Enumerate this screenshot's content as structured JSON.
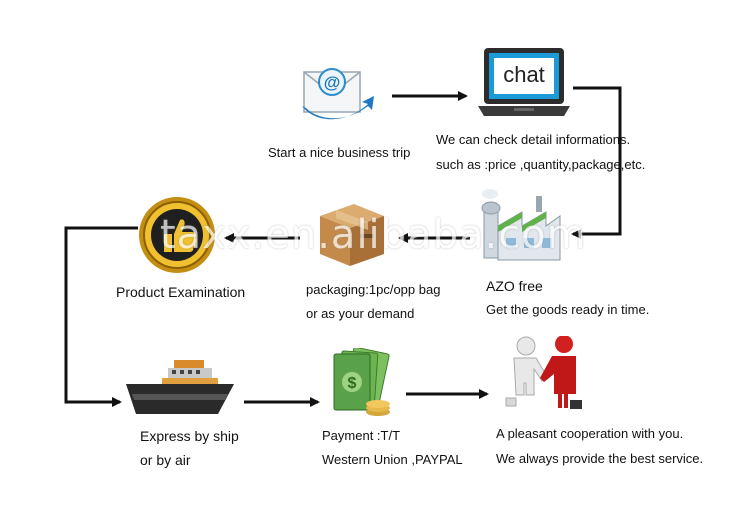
{
  "steps": {
    "email": {
      "caption": "Start a nice business trip"
    },
    "chat": {
      "screen_text": "chat",
      "caption_line1": "We can check detail informations.",
      "caption_line2": "such as :price ,quantity,package,etc."
    },
    "factory": {
      "caption_line1": "AZO free",
      "caption_line2": "Get the goods ready in time."
    },
    "packaging": {
      "caption_line1": "packaging:1pc/opp bag",
      "caption_line2": "or as your demand"
    },
    "examination": {
      "caption": "Product Examination"
    },
    "shipping": {
      "caption_line1": "Express by ship",
      "caption_line2": "or by air"
    },
    "payment": {
      "caption_line1": "Payment :T/T",
      "caption_line2": "Western Union ,PAYPAL"
    },
    "cooperation": {
      "caption_line1": "A pleasant cooperation with you.",
      "caption_line2": "We always provide the best service."
    }
  },
  "watermark": "taxx.en.alibaba.com",
  "icons": [
    "email-icon",
    "chat-laptop-icon",
    "factory-icon",
    "cardboard-box-icon",
    "thumbs-up-medal-icon",
    "cargo-ship-icon",
    "money-icon",
    "handshake-icon"
  ],
  "colors": {
    "arrow": "#111111",
    "chat_screen": "#1a9ad6",
    "medal_gold": "#d9a21a",
    "box": "#c48a4a",
    "money": "#5aa24a",
    "person_red": "#d21f1f"
  }
}
